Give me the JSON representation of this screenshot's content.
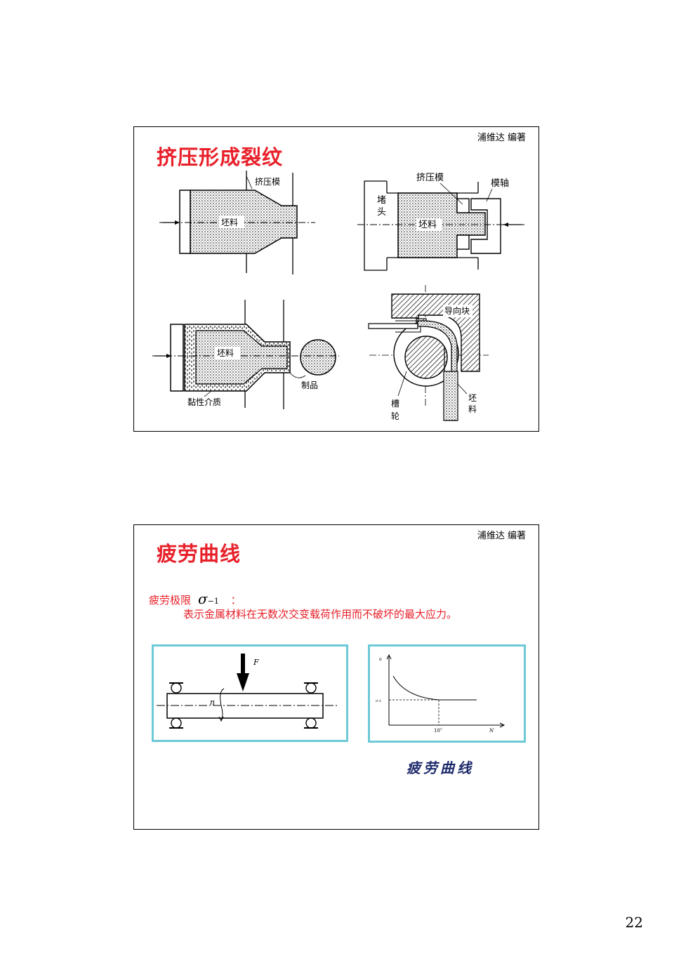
{
  "slide1": {
    "author": "浦维达 编著",
    "title": "挤压形成裂纹",
    "labels": {
      "die_a": "挤压模",
      "billet_a": "坯料",
      "die_b": "挤压模",
      "mandrel": "模轴",
      "plug": "堵头",
      "billet_b": "坯料",
      "billet_c": "坯料",
      "product": "制品",
      "viscous": "黏性介质",
      "guide": "导向块",
      "groove_wheel": "槽轮",
      "billet_d": "坯料"
    }
  },
  "slide2": {
    "author": "浦维达 编著",
    "title": "疲劳曲线",
    "limit_label": "疲劳极限",
    "sigma": "σ",
    "sigma_sub": "−1",
    "colon": "：",
    "definition": "表示金属材料在无数次交变载荷作用而不破坏的最大应力。",
    "beam_force": "F",
    "beam_rot": "n",
    "graph_y": "σ",
    "graph_sig": "σ-1",
    "graph_x_tick": "10⁷",
    "graph_x": "N",
    "caption": "疲劳曲线"
  },
  "page_number": "22"
}
